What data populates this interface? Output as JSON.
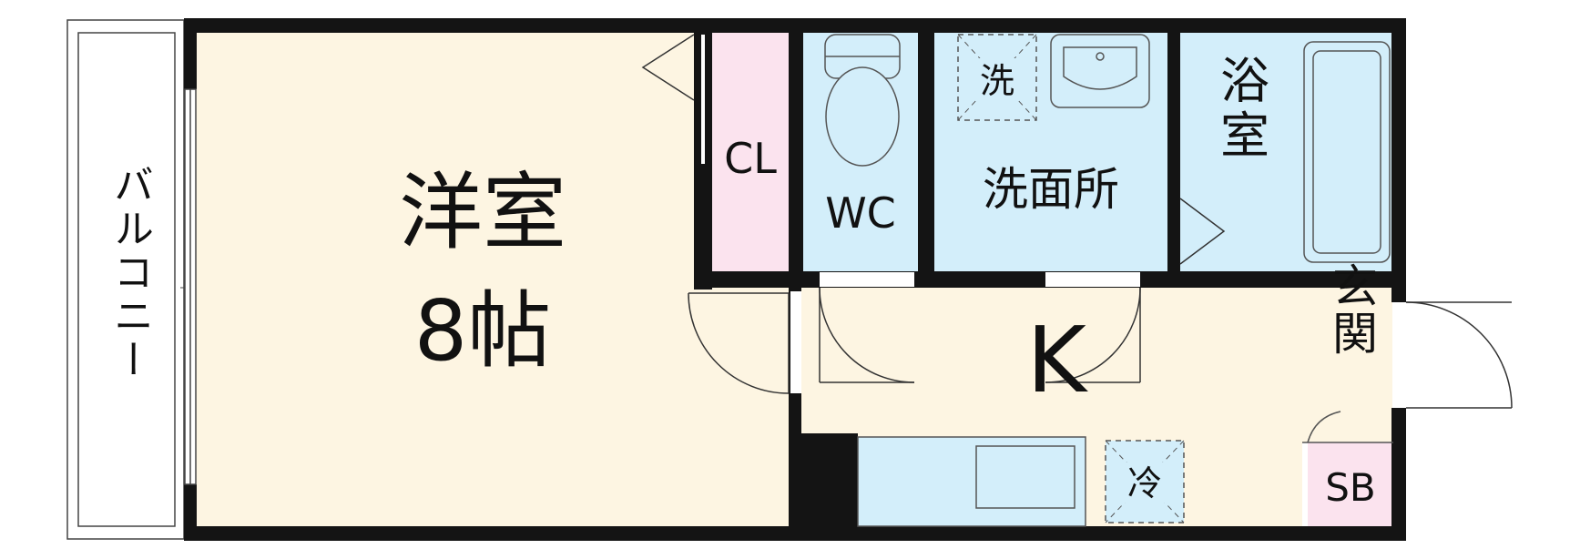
{
  "colors": {
    "wall": "#141414",
    "western_room": "#fdf5e2",
    "kitchen": "#fdf5e2",
    "entrance": "#fdf5e2",
    "wet_areas": "#d3eefa",
    "closet": "#fbe3ee",
    "shoe_box": "#fbe3ee",
    "fixture_stroke": "#555555",
    "balcony": "#ffffff"
  },
  "labels": {
    "balcony": "バルコニー",
    "western_room": "洋室",
    "western_room_size": "8帖",
    "closet": "CL",
    "wc": "WC",
    "washroom": "洗面所",
    "washer_space": "洗",
    "bathroom": "浴室",
    "kitchen": "K",
    "fridge_space": "冷",
    "entrance": "玄関",
    "shoe_box": "SB"
  },
  "icons": [
    "toilet-icon",
    "wash-basin-icon",
    "bathtub-icon",
    "sink-icon",
    "door-swing-icon"
  ]
}
